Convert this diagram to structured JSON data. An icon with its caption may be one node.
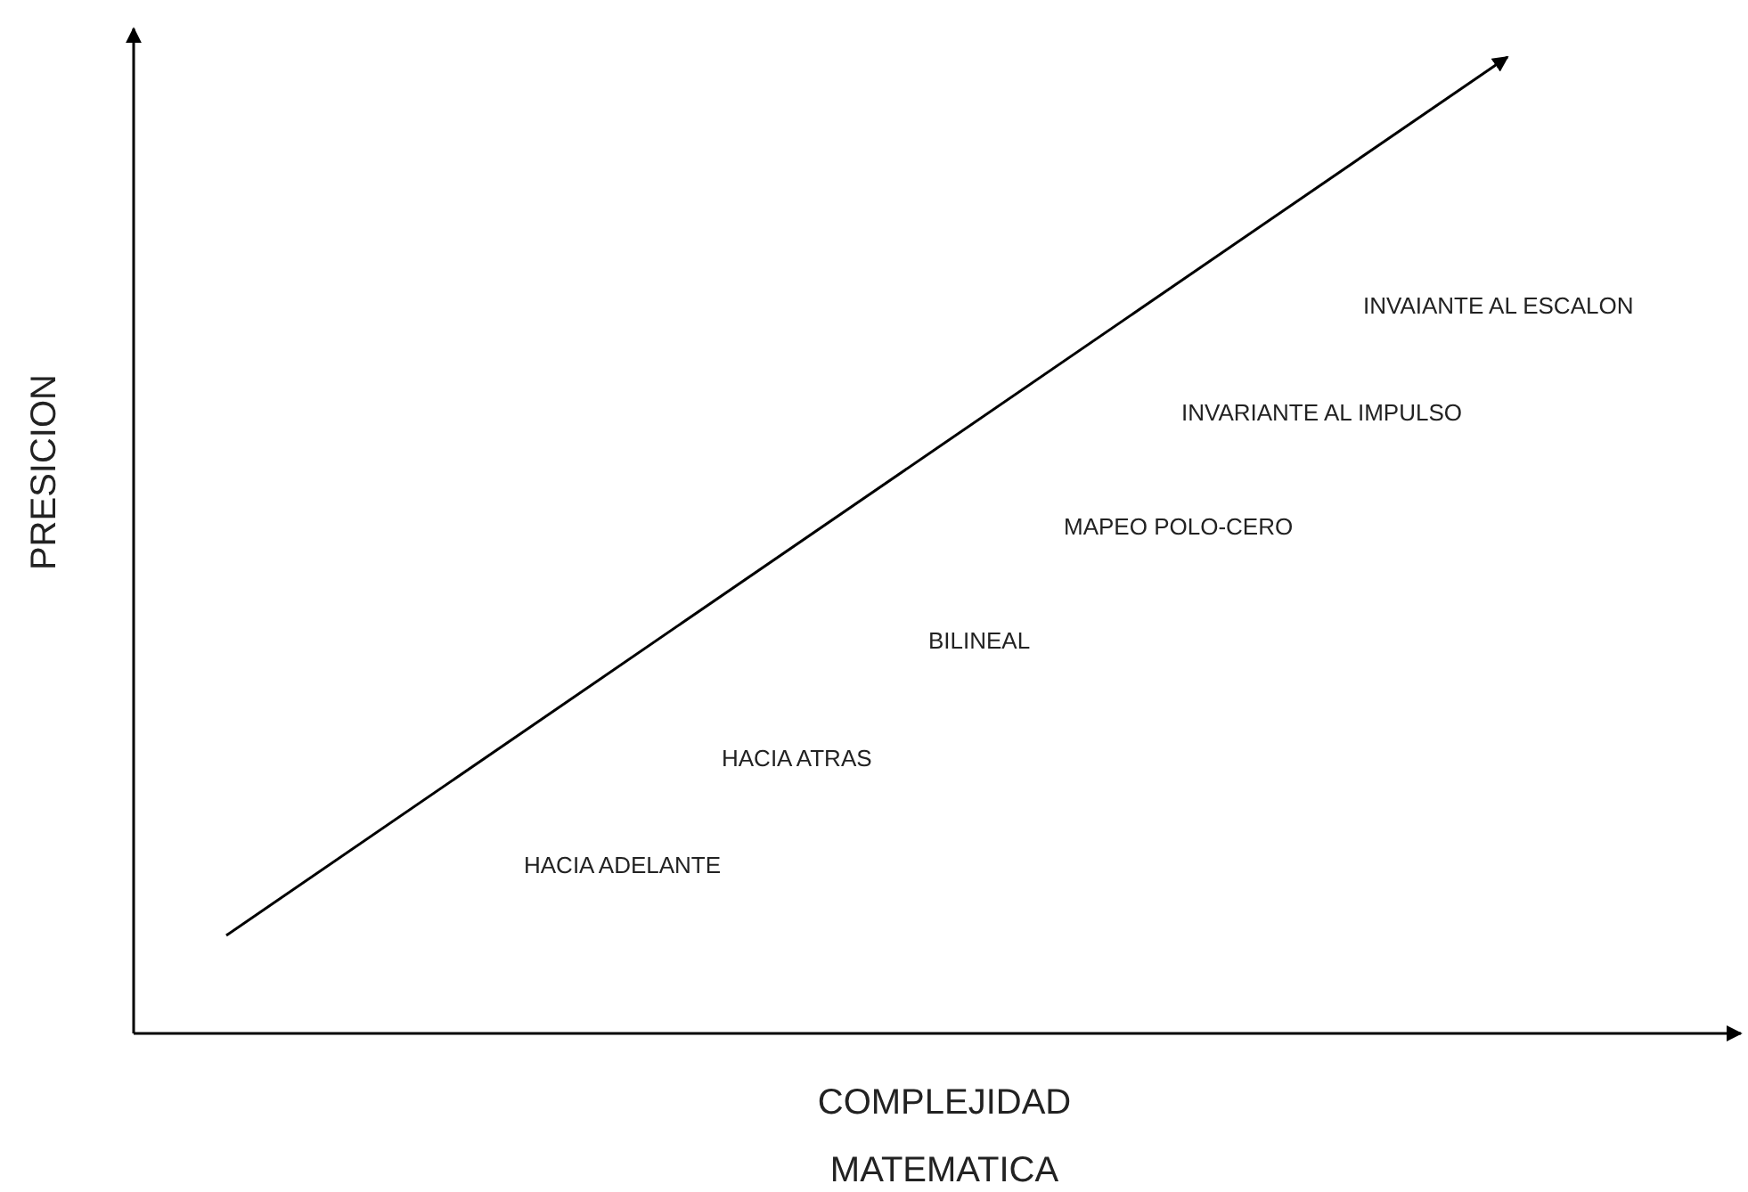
{
  "diagram": {
    "labels": [
      "PRESICION",
      "INVAIANTE AL ESCALON",
      "INVARIANTE AL IMPULSO",
      "MAPEO POLO-CERO",
      "BILINEAL",
      "HACIA ATRAS",
      "HACIA ADELANTE",
      "COMPLEJIDAD MATEMATICA"
    ]
  }
}
